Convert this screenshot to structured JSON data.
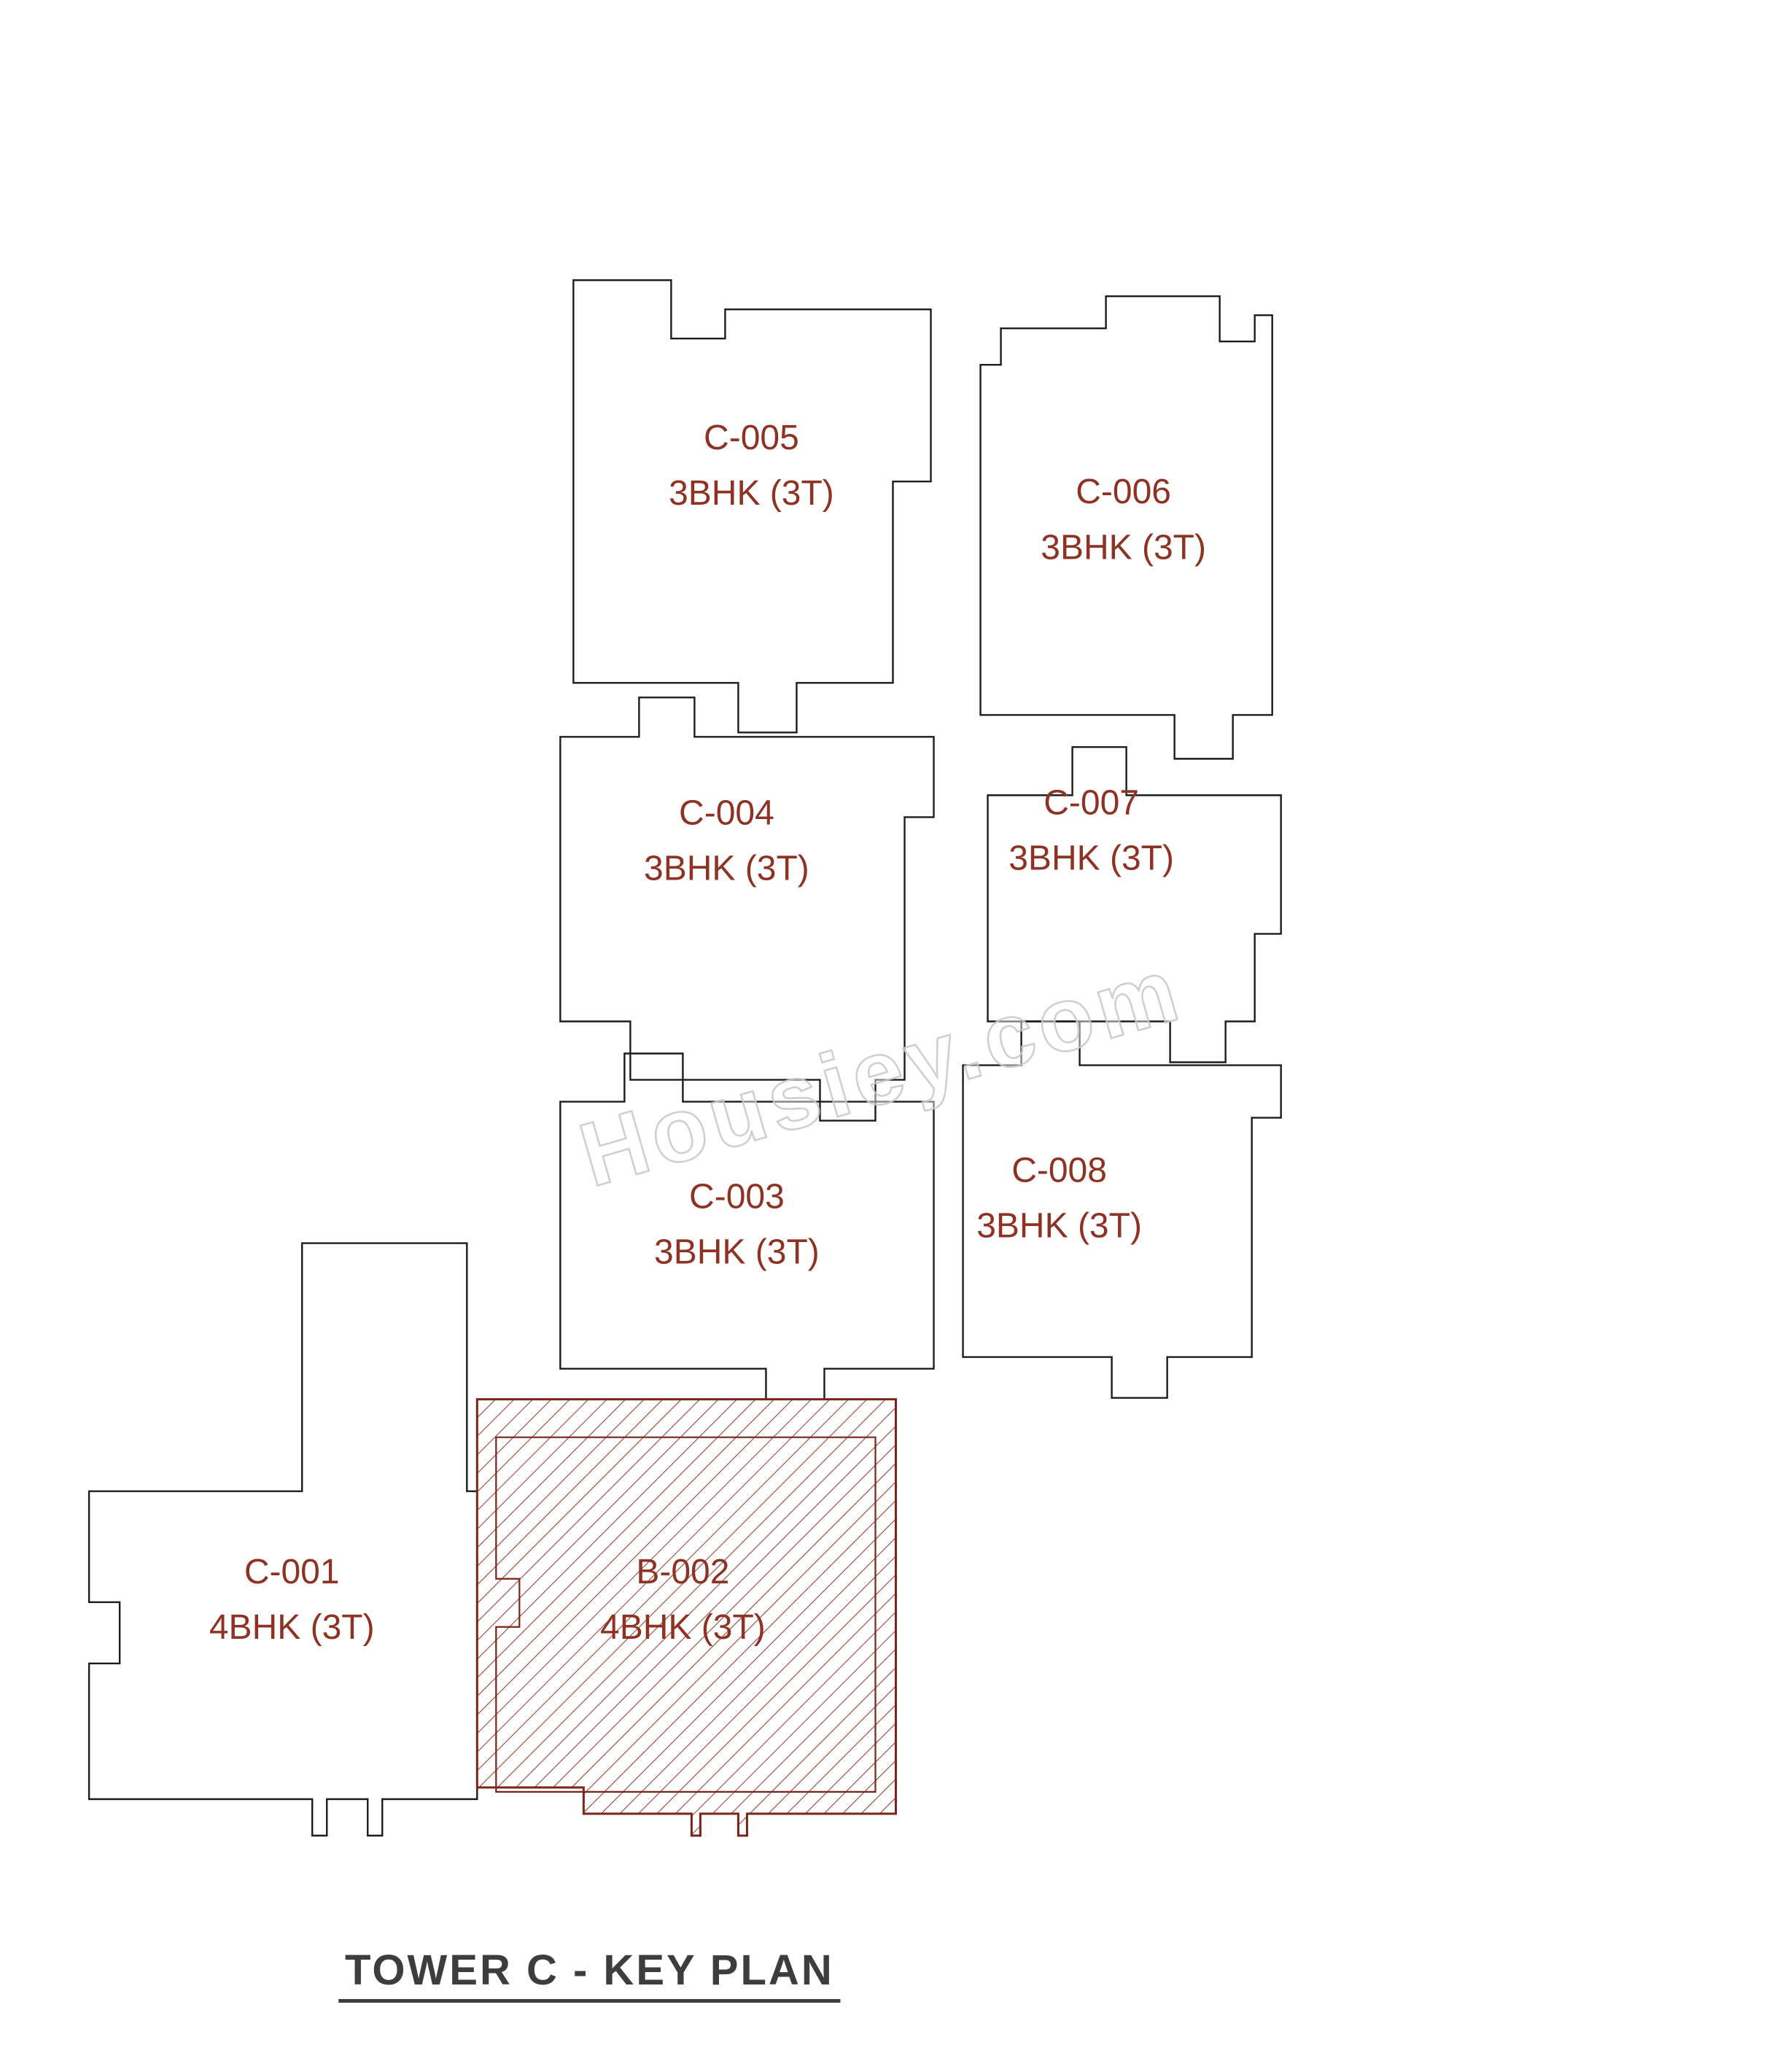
{
  "title": "TOWER C - KEY PLAN",
  "watermark": "Housiey.com",
  "units": [
    {
      "id": "C-005",
      "type": "3BHK (3T)",
      "highlighted": false
    },
    {
      "id": "C-006",
      "type": "3BHK (3T)",
      "highlighted": false
    },
    {
      "id": "C-004",
      "type": "3BHK (3T)",
      "highlighted": false
    },
    {
      "id": "C-007",
      "type": "3BHK (3T)",
      "highlighted": false
    },
    {
      "id": "C-003",
      "type": "3BHK (3T)",
      "highlighted": false
    },
    {
      "id": "C-008",
      "type": "3BHK (3T)",
      "highlighted": false
    },
    {
      "id": "C-001",
      "type": "4BHK (3T)",
      "highlighted": false
    },
    {
      "id": "B-002",
      "type": "4BHK (3T)",
      "highlighted": true
    }
  ],
  "colors": {
    "label": "#8e3224",
    "outline": "#1c1c1c",
    "hatch": "#9a4335",
    "highlight_border": "#7a241a",
    "title": "#3d3d3d",
    "background": "#ffffff"
  }
}
